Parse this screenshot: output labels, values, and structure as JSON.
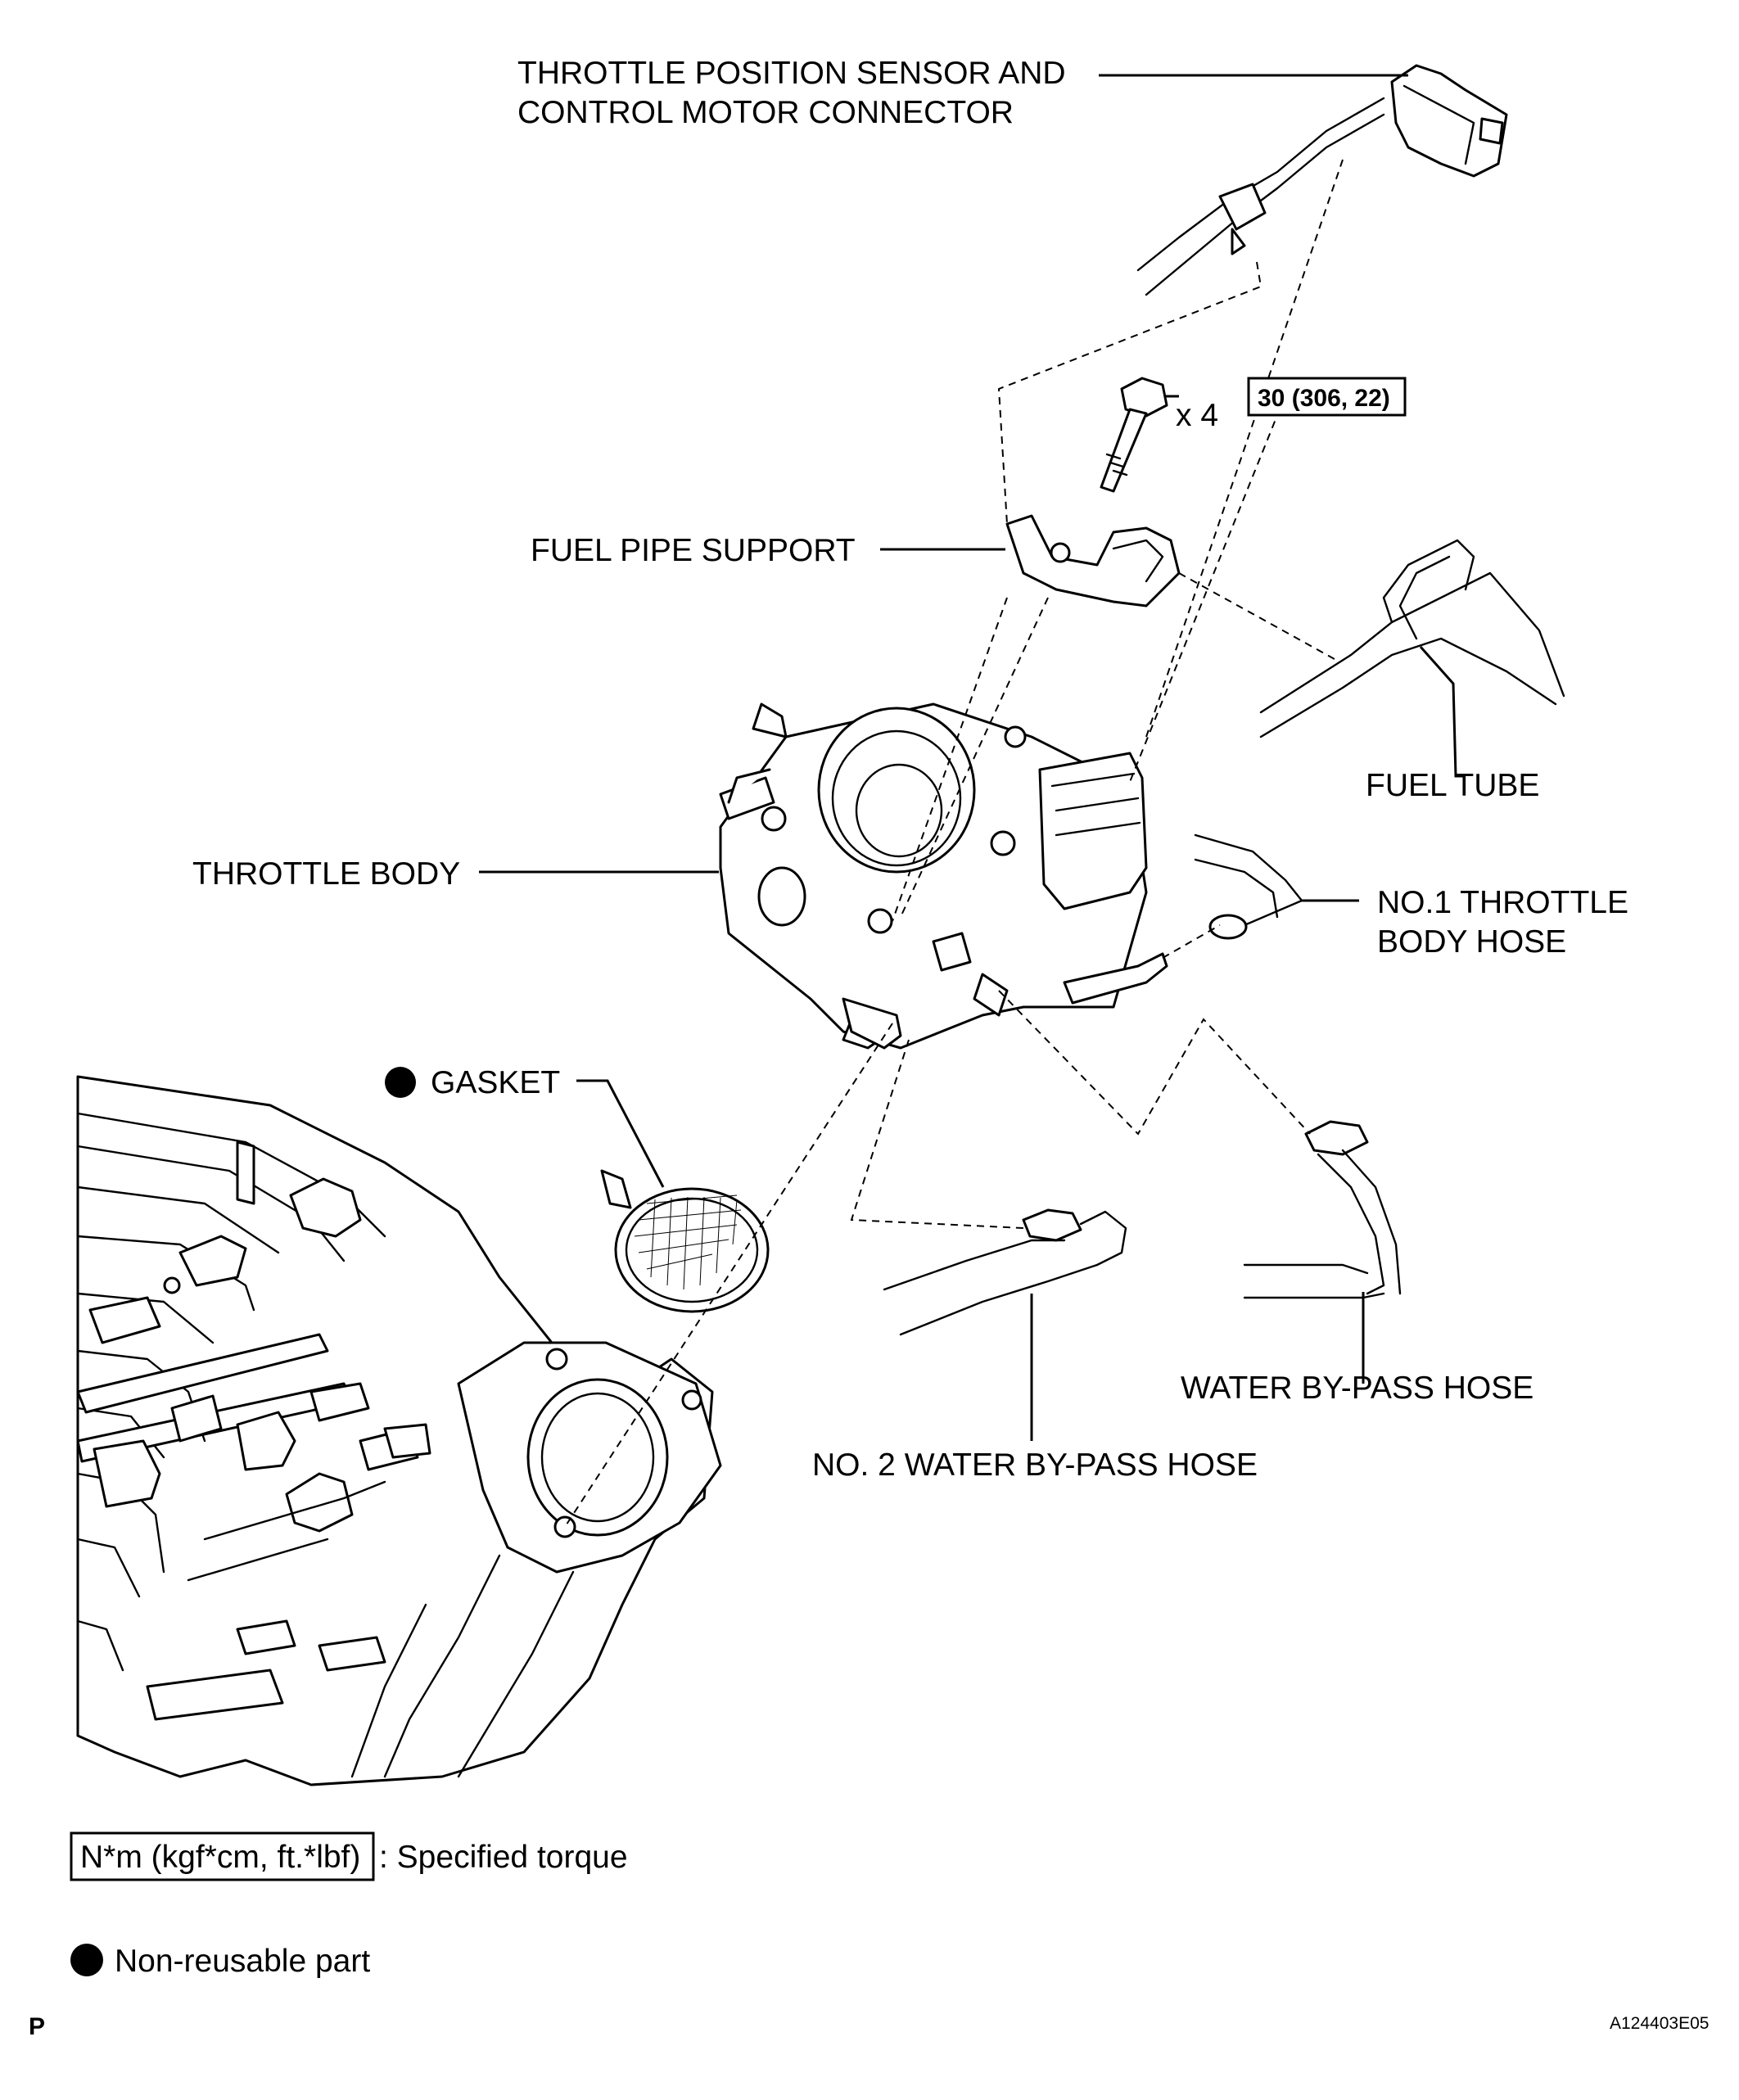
{
  "labels": {
    "tps_connector_line1": "THROTTLE POSITION SENSOR AND",
    "tps_connector_line2": "CONTROL MOTOR CONNECTOR",
    "bolt_count": "x 4",
    "torque_spec": "30 (306, 22)",
    "fuel_pipe_support": "FUEL PIPE SUPPORT",
    "fuel_tube": "FUEL TUBE",
    "throttle_body": "THROTTLE BODY",
    "no1_throttle_body_hose_line1": "NO.1 THROTTLE",
    "no1_throttle_body_hose_line2": "BODY HOSE",
    "gasket": "GASKET",
    "water_bypass_hose": "WATER BY-PASS HOSE",
    "no2_water_bypass_hose": "NO. 2 WATER BY-PASS HOSE"
  },
  "legend": {
    "torque_unit": "N*m (kgf*cm, ft.*lbf)",
    "torque_desc": ": Specified torque",
    "non_reusable": "Non-reusable part"
  },
  "footer": {
    "left_code": "P",
    "figure_id": "A124403E05"
  }
}
